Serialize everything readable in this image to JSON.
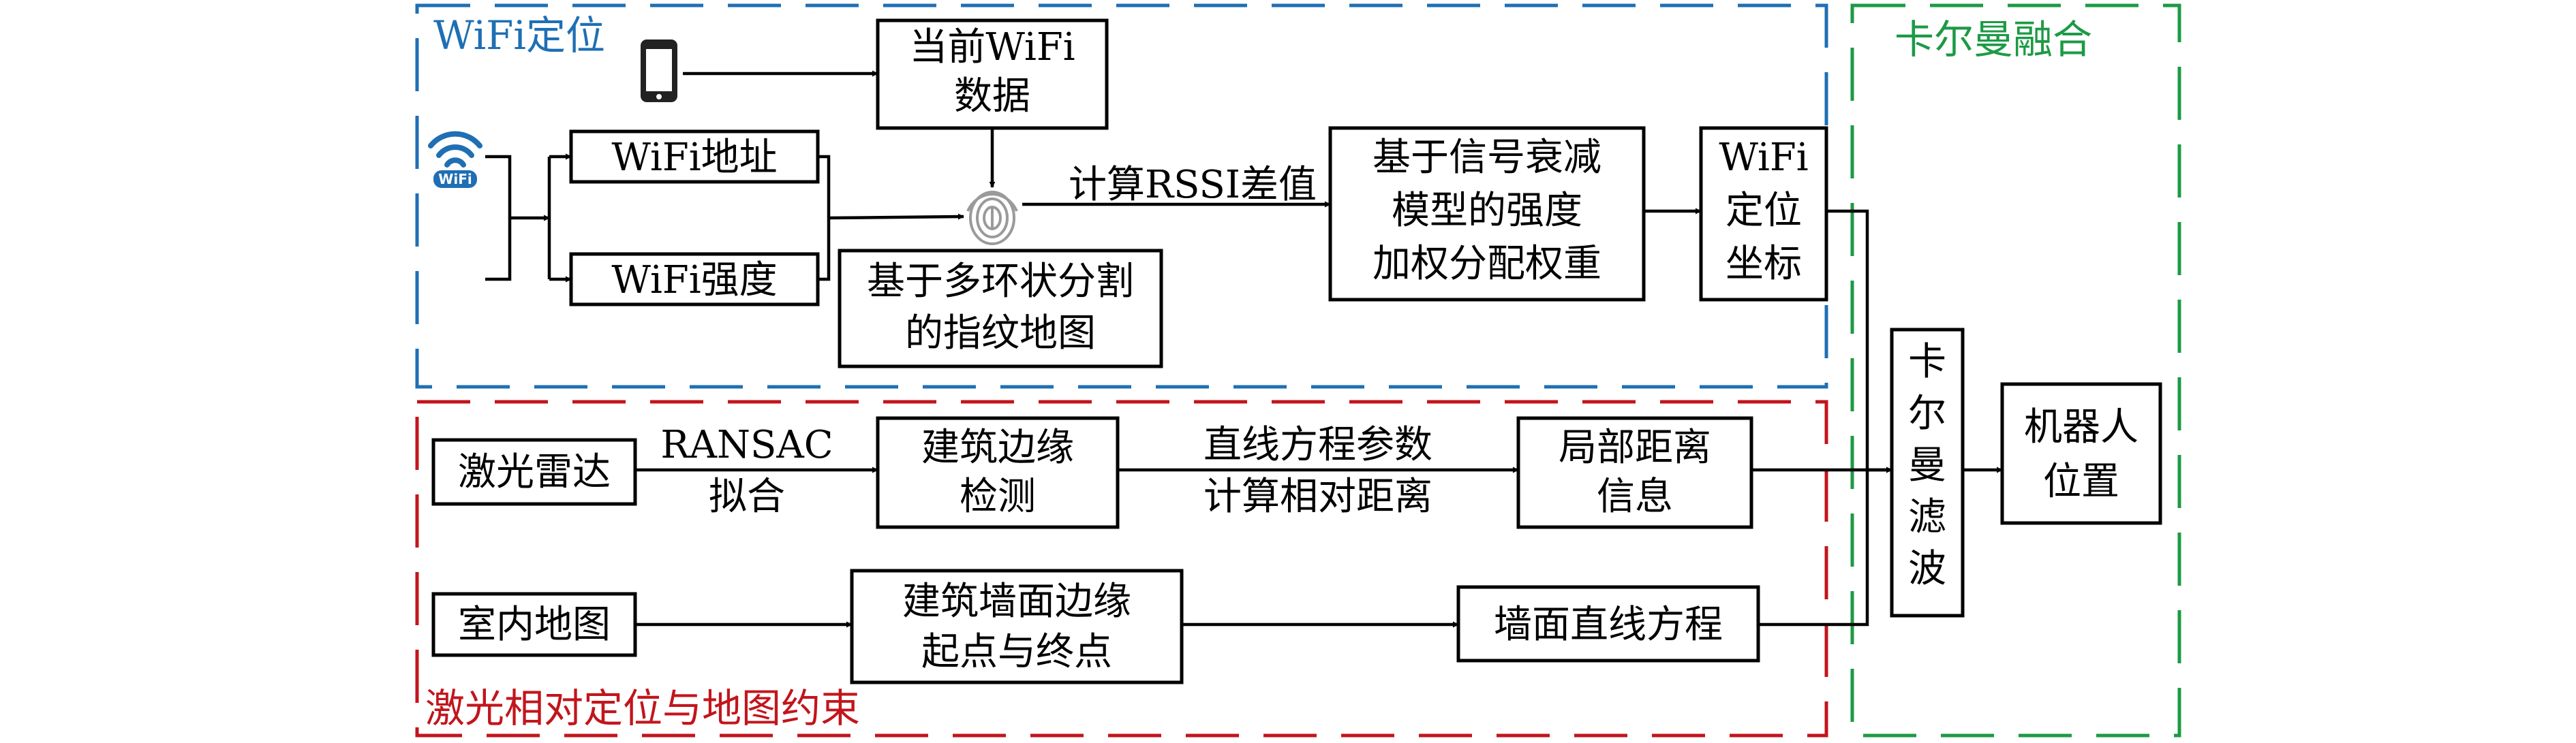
{
  "regions": {
    "wifi": {
      "label": "WiFi定位",
      "color": "#1f6fb4"
    },
    "laser": {
      "label": "激光相对定位与地图约束",
      "color": "#c2151c"
    },
    "kalman": {
      "label": "卡尔曼融合",
      "color": "#1c9a45"
    }
  },
  "nodes": {
    "current_wifi": [
      "当前WiFi",
      "数据"
    ],
    "wifi_address": [
      "WiFi地址"
    ],
    "wifi_strength": [
      "WiFi强度"
    ],
    "fingerprint_map": [
      "基于多环状分割",
      "的指纹地图"
    ],
    "signal_model": [
      "基于信号衰减",
      "模型的强度",
      "加权分配权重"
    ],
    "wifi_coord": [
      "WiFi",
      "定位",
      "坐标"
    ],
    "lidar": [
      "激光雷达"
    ],
    "building_edge": [
      "建筑边缘",
      "检测"
    ],
    "local_distance": [
      "局部距离",
      "信息"
    ],
    "indoor_map": [
      "室内地图"
    ],
    "wall_edge": [
      "建筑墙面边缘",
      "起点与终点"
    ],
    "wall_line": [
      "墙面直线方程"
    ],
    "kalman_filter": [
      "卡",
      "尔",
      "曼",
      "滤",
      "波"
    ],
    "robot_position": [
      "机器人",
      "位置"
    ]
  },
  "edge_labels": {
    "rssi": "计算RSSI差值",
    "ransac": [
      "RANSAC",
      "拟合"
    ],
    "line_eq": [
      "直线方程参数",
      "计算相对距离"
    ]
  },
  "icons": {
    "phone": "smartphone-icon",
    "wifi": "wifi-signal-icon",
    "wifi_badge": "WiFi",
    "fingerprint": "fingerprint-icon"
  }
}
